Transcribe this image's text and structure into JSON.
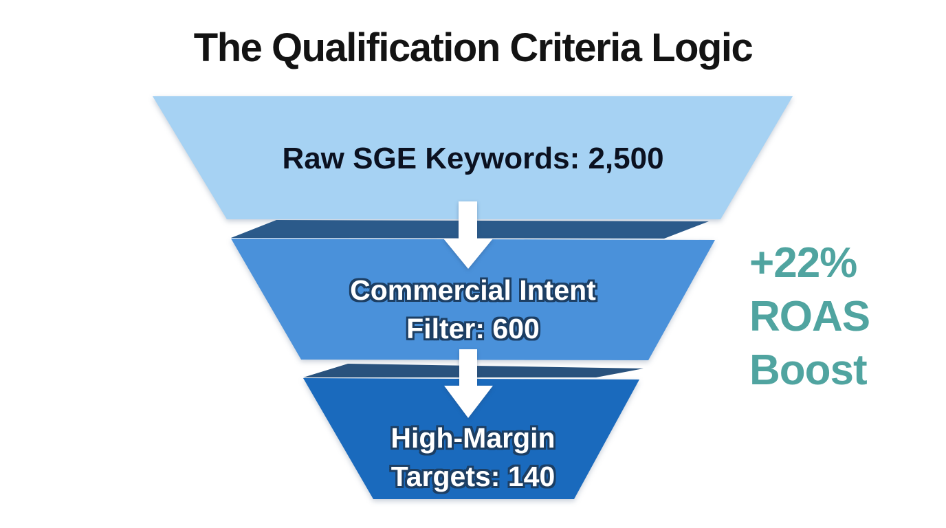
{
  "title": "The Qualification Criteria Logic",
  "funnel": {
    "tiers": [
      {
        "id": "raw-sge-keywords",
        "lines": [
          "Raw SGE Keywords: 2,500"
        ],
        "label": "Raw SGE Keywords",
        "value": 2500,
        "fill": "#a6d2f3",
        "edge_fill": null,
        "text_color": "#0b1120"
      },
      {
        "id": "commercial-intent-filter",
        "lines": [
          "Commercial Intent",
          "Filter: 600"
        ],
        "label": "Commercial Intent Filter",
        "value": 600,
        "fill": "#4a91da",
        "edge_fill": "#2b5a8a",
        "text_color": "#ffffff"
      },
      {
        "id": "high-margin-targets",
        "lines": [
          "High-Margin",
          "Targets: 140"
        ],
        "label": "High-Margin Targets",
        "value": 140,
        "fill": "#1a6abd",
        "edge_fill": "#29527d",
        "text_color": "#ffffff"
      }
    ]
  },
  "annotation": {
    "lines": [
      "+22%",
      "ROAS",
      "Boost"
    ],
    "full_text": "+22% ROAS Boost",
    "color": "#50a4a0"
  },
  "colors": {
    "background": "#ffffff",
    "title_text": "#131313",
    "tier1_fill": "#a6d2f3",
    "tier2_fill": "#4a91da",
    "tier3_fill": "#1a6abd",
    "tier2_edge": "#2b5a8a",
    "tier3_edge": "#29527d",
    "label_outline": "#1c3e63",
    "arrow": "#ffffff",
    "annotation_accent": "#50a4a0"
  },
  "chart_data": {
    "type": "funnel",
    "title": "The Qualification Criteria Logic",
    "stages": [
      {
        "label": "Raw SGE Keywords",
        "value": 2500
      },
      {
        "label": "Commercial Intent Filter",
        "value": 600
      },
      {
        "label": "High-Margin Targets",
        "value": 140
      }
    ],
    "annotation": "+22% ROAS Boost",
    "legend_position": "none",
    "grid": false
  }
}
